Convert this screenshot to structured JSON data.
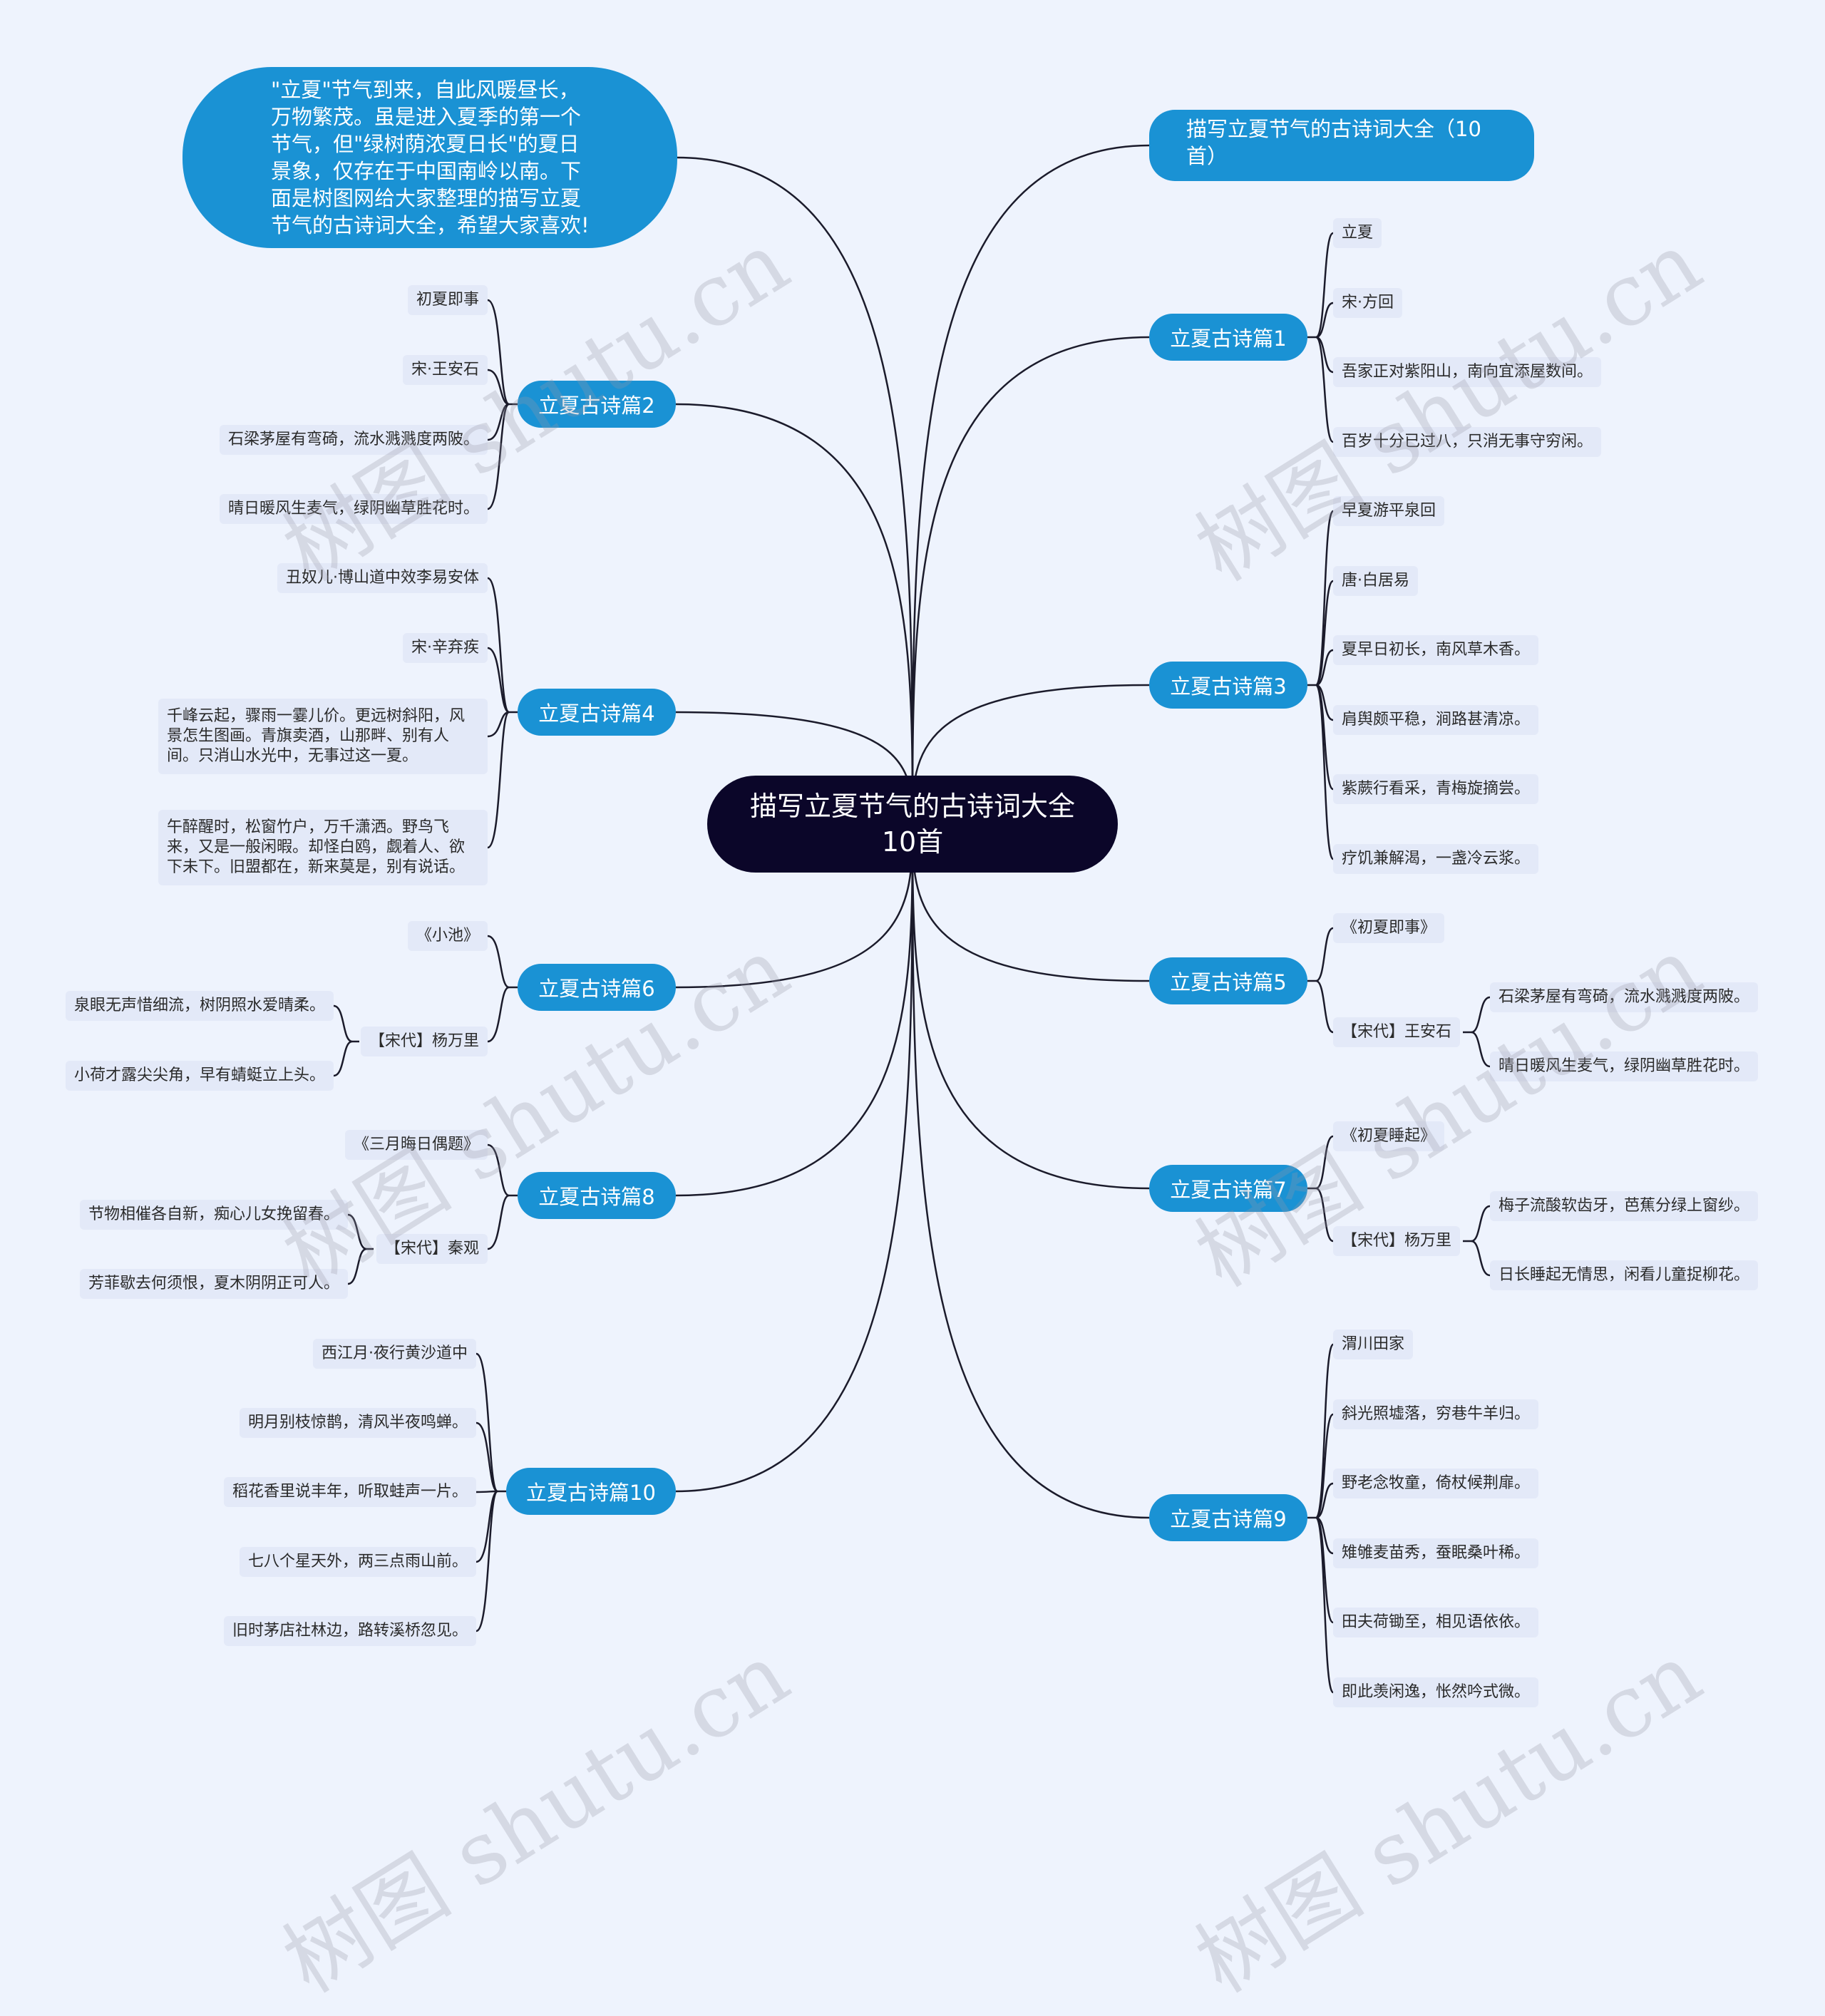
{
  "root": {
    "title": "描写立夏节气的古诗词大全10首"
  },
  "intro": {
    "text": "\"立夏\"节气到来，自此风暖昼长，万物繁茂。虽是进入夏季的第一个节气，但\"绿树荫浓夏日长\"的夏日景象，仅存在于中国南岭以南。下面是树图网给大家整理的描写立夏节气的古诗词大全，希望大家喜欢!"
  },
  "header_topic": {
    "label": "描写立夏节气的古诗词大全（10首）"
  },
  "topics": {
    "t1": {
      "label": "立夏古诗篇1",
      "items": [
        "立夏",
        "宋·方回",
        "吾家正对紫阳山，南向宜添屋数间。",
        "百岁十分已过八，只消无事守穷闲。"
      ]
    },
    "t2": {
      "label": "立夏古诗篇2",
      "items": [
        "初夏即事",
        "宋·王安石",
        "石梁茅屋有弯碕，流水溅溅度两陂。",
        "晴日暖风生麦气，绿阴幽草胜花时。"
      ]
    },
    "t3": {
      "label": "立夏古诗篇3",
      "items": [
        "早夏游平泉回",
        "唐·白居易",
        "夏早日初长，南风草木香。",
        "肩舆颇平稳，涧路甚清凉。",
        "紫蕨行看采，青梅旋摘尝。",
        "疗饥兼解渴，一盏冷云浆。"
      ]
    },
    "t4": {
      "label": "立夏古诗篇4",
      "items": [
        "丑奴儿·博山道中效李易安体",
        "宋·辛弃疾",
        "千峰云起，骤雨一霎儿价。更远树斜阳，风景怎生图画。青旗卖酒，山那畔、别有人间。只消山水光中，无事过这一夏。",
        "午醉醒时，松窗竹户，万千潇洒。野鸟飞来，又是一般闲暇。却怪白鸥，觑着人、欲下未下。旧盟都在，新来莫是，别有说话。"
      ]
    },
    "t5": {
      "label": "立夏古诗篇5",
      "items": [
        "《初夏即事》",
        "【宋代】王安石"
      ],
      "sub": [
        "石梁茅屋有弯碕，流水溅溅度两陂。",
        "晴日暖风生麦气，绿阴幽草胜花时。"
      ]
    },
    "t6": {
      "label": "立夏古诗篇6",
      "items": [
        "《小池》",
        "【宋代】杨万里"
      ],
      "sub": [
        "泉眼无声惜细流，树阴照水爱晴柔。",
        "小荷才露尖尖角，早有蜻蜓立上头。"
      ]
    },
    "t7": {
      "label": "立夏古诗篇7",
      "items": [
        "《初夏睡起》",
        "【宋代】杨万里"
      ],
      "sub": [
        "梅子流酸软齿牙，芭蕉分绿上窗纱。",
        "日长睡起无情思，闲看儿童捉柳花。"
      ]
    },
    "t8": {
      "label": "立夏古诗篇8",
      "items": [
        "《三月晦日偶题》",
        "【宋代】秦观"
      ],
      "sub": [
        "节物相催各自新，痴心儿女挽留春。",
        "芳菲歇去何须恨，夏木阴阴正可人。"
      ]
    },
    "t9": {
      "label": "立夏古诗篇9",
      "items": [
        "渭川田家",
        "斜光照墟落，穷巷牛羊归。",
        "野老念牧童，倚杖候荆扉。",
        "雉雊麦苗秀，蚕眠桑叶稀。",
        "田夫荷锄至，相见语依依。",
        "即此羡闲逸，怅然吟式微。"
      ]
    },
    "t10": {
      "label": "立夏古诗篇10",
      "items": [
        "西江月·夜行黄沙道中",
        "明月别枝惊鹊，清风半夜鸣蝉。",
        "稻花香里说丰年，听取蛙声一片。",
        "七八个星天外，两三点雨山前。",
        "旧时茅店社林边，路转溪桥忽见。"
      ]
    }
  },
  "watermark": {
    "text": "树图 shutu.cn"
  },
  "colors": {
    "background": "#eef3fd",
    "root": "#0b0629",
    "topic": "#1a92d4",
    "leaf": "#e3e9f8",
    "line": "#1b1b2b"
  }
}
